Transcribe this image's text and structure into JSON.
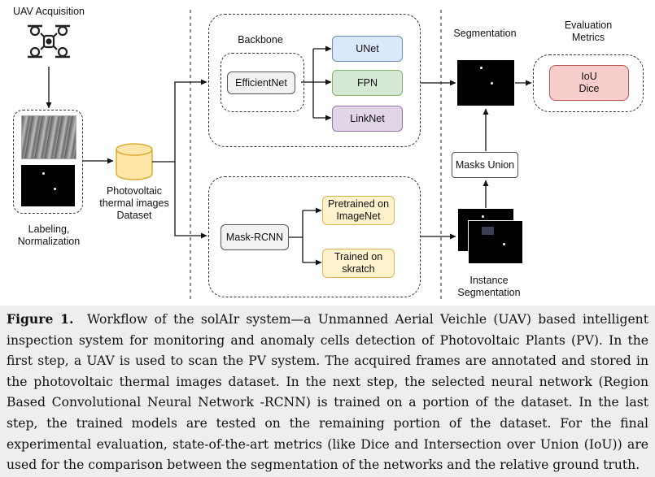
{
  "diagram": {
    "uav_label": "UAV Acquisition",
    "labeling_label": "Labeling,\nNormalization",
    "dataset_label": "Photovoltaic\nthermal images\nDataset",
    "backbone_label": "Backbone",
    "efficientnet": "EfficientNet",
    "unet": "UNet",
    "fpn": "FPN",
    "linknet": "LinkNet",
    "maskrcnn": "Mask-RCNN",
    "pretrained": "Pretrained on\nImageNet",
    "trained": "Trained on\nskratch",
    "segmentation_label": "Segmentation",
    "masks_union": "Masks Union",
    "instance_seg_label": "Instance\nSegmentation",
    "evaluation_label": "Evaluation\nMetrics",
    "metrics": "IoU\nDice"
  },
  "colors": {
    "unet_fill": "#dae8fc",
    "unet_border": "#6c8ebf",
    "fpn_fill": "#d5e8d4",
    "fpn_border": "#82b366",
    "linknet_fill": "#e1d5e7",
    "linknet_border": "#9673a6",
    "yellow_fill": "#fff2cc",
    "yellow_border": "#d6b656",
    "metrics_fill": "#f8cecc",
    "metrics_border": "#b85450",
    "caption_bg": "#eeeeee"
  },
  "caption": {
    "figure_label": "Figure 1.",
    "text": "Workflow of the solAIr system—a Unmanned Aerial Veichle (UAV) based intelligent inspection system for monitoring and anomaly cells detection of Photovoltaic Plants (PV). In the first step, a UAV is used to scan the PV system. The acquired frames are annotated and stored in the photovoltaic thermal images dataset. In the next step, the selected neural network (Region Based Convolutional Neural Network -RCNN) is trained on a portion of the dataset. In the last step, the trained models are tested on the remaining portion of the dataset. For the final experimental evaluation, state-of-the-art metrics (like Dice and Intersection over Union (IoU)) are used for the comparison between the segmentation of the networks and the relative ground truth."
  }
}
